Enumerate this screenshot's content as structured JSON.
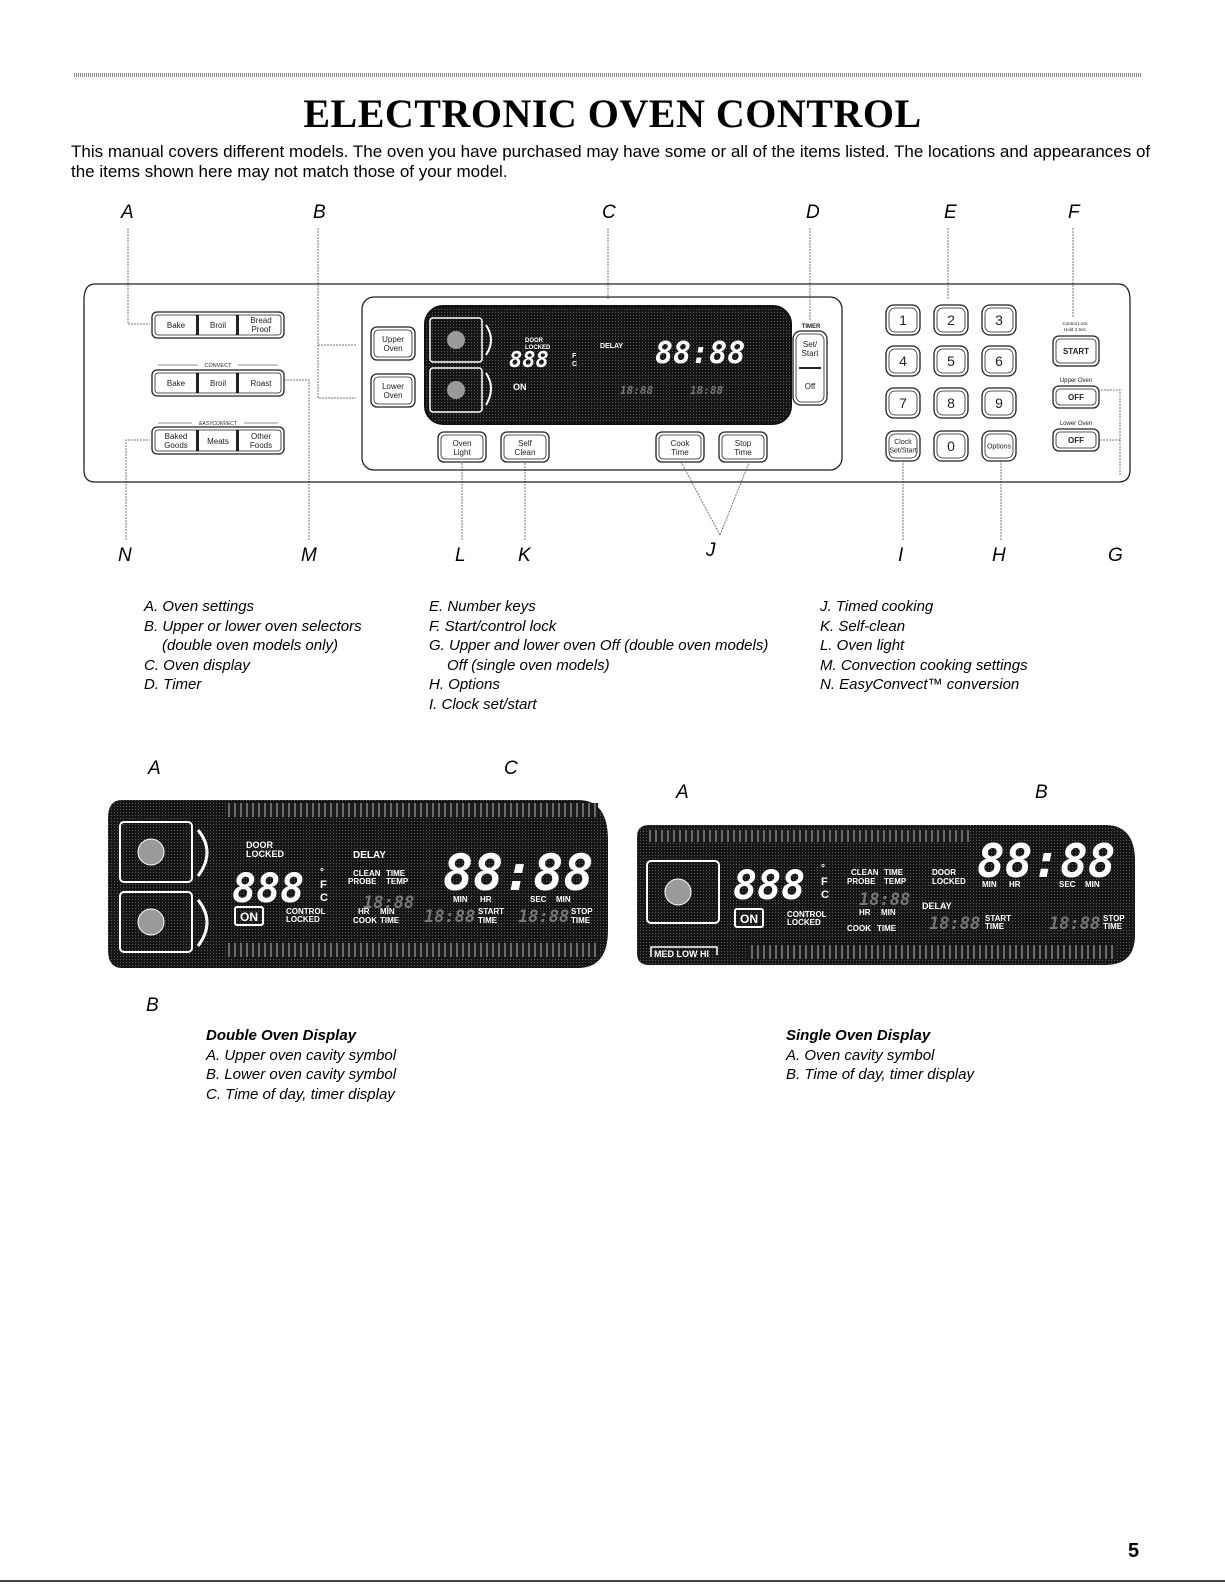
{
  "page": {
    "title": "ELECTRONIC OVEN CONTROL",
    "intro": "This manual covers different models. The oven you have purchased may have some or all of the items listed. The locations and appearances of the items shown here may not match those of your model.",
    "page_number": "5"
  },
  "panel": {
    "callouts_top": [
      "A",
      "B",
      "C",
      "D",
      "E",
      "F"
    ],
    "callouts_bottom": [
      "N",
      "M",
      "L",
      "K",
      "J",
      "I",
      "H",
      "G"
    ],
    "oven_buttons": {
      "bake": "Bake",
      "broil": "Broil",
      "bread_proof_1": "Bread",
      "bread_proof_2": "Proof",
      "convect_label": "CONVECT",
      "c_bake": "Bake",
      "c_broil": "Broil",
      "c_roast": "Roast",
      "easyconvect_label": "EASYCONVECT",
      "baked_1": "Baked",
      "baked_2": "Goods",
      "meats": "Meats",
      "other_1": "Other",
      "other_2": "Foods"
    },
    "selectors": {
      "upper_1": "Upper",
      "upper_2": "Oven",
      "lower_1": "Lower",
      "lower_2": "Oven"
    },
    "lower_buttons": {
      "oven_light_1": "Oven",
      "oven_light_2": "Light",
      "self_clean_1": "Self",
      "self_clean_2": "Clean",
      "cook_time_1": "Cook",
      "cook_time_2": "Time",
      "stop_time_1": "Stop",
      "stop_time_2": "Time"
    },
    "timer": {
      "label": "TIMER",
      "set_1": "Set/",
      "set_2": "Start",
      "off": "Off"
    },
    "keypad": {
      "digits": [
        "1",
        "2",
        "3",
        "4",
        "5",
        "6",
        "7",
        "8",
        "9",
        "0"
      ],
      "clock_1": "Clock",
      "clock_2": "Set/Start",
      "options": "Options"
    },
    "right_column": {
      "control_lock_1": "Control Lock",
      "control_lock_2": "Hold 3 Sec",
      "start": "START",
      "upper_oven": "Upper Oven",
      "off1": "OFF",
      "lower_oven": "Lower Oven",
      "off2": "OFF"
    }
  },
  "legend": {
    "col1": [
      "A. Oven settings",
      "B. Upper or lower oven selectors",
      "(double oven models only)",
      "C. Oven display",
      "D. Timer"
    ],
    "col2": [
      "E. Number keys",
      "F. Start/control lock",
      "G. Upper and lower oven Off (double oven models)",
      "Off (single oven models)",
      "H. Options",
      "I. Clock set/start"
    ],
    "col3": [
      "J. Timed cooking",
      "K. Self-clean",
      "L. Oven light",
      "M. Convection cooking settings",
      "N. EasyConvect™ conversion"
    ]
  },
  "lcd": {
    "door_1": "DOOR",
    "door_2": "LOCKED",
    "delay": "DELAY",
    "clean": "CLEAN",
    "time": "TIME",
    "probe": "PROBE",
    "temp": "TEMP",
    "big_time": "88:88",
    "temp_digits": "888",
    "deg": "°",
    "f": "F",
    "c": "C",
    "min": "MIN",
    "hr": "HR",
    "sec": "SEC",
    "small_time": "18:88",
    "on": "ON",
    "control": "CONTROL",
    "locked": "LOCKED",
    "cook": "COOK",
    "start": "START",
    "stop": "STOP",
    "med_low_hi": "MED LOW HI"
  },
  "displays": {
    "double_callouts": [
      "A",
      "C",
      "B"
    ],
    "single_callouts": [
      "A",
      "B"
    ],
    "double_heading": "Double Oven Display",
    "double_items": [
      "A. Upper oven cavity symbol",
      "B. Lower oven cavity symbol",
      "C. Time of day, timer display"
    ],
    "single_heading": "Single Oven Display",
    "single_items": [
      "A. Oven cavity symbol",
      "B. Time of day, timer display"
    ]
  }
}
